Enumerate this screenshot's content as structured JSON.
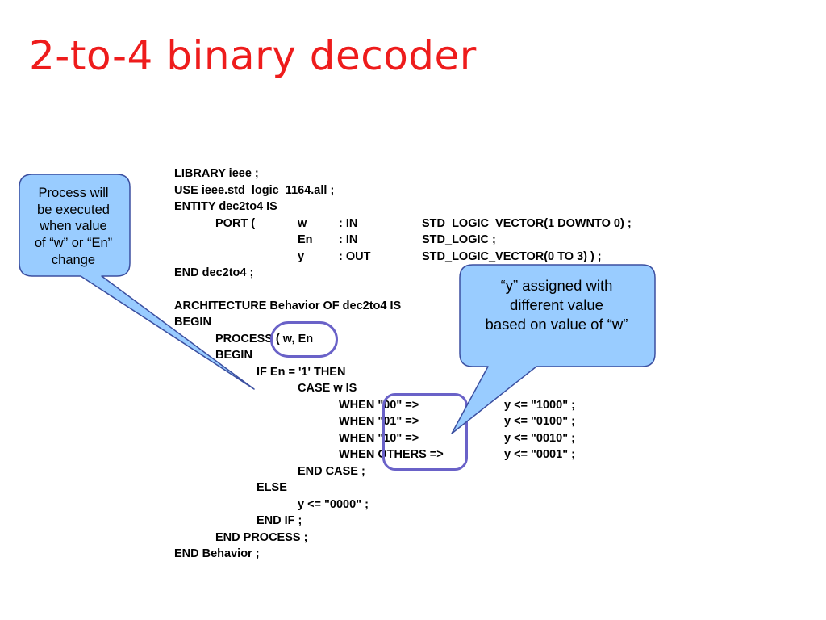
{
  "title": "2-to-4 binary decoder",
  "code": {
    "library": "LIBRARY ieee ;",
    "use": "USE ieee.std_logic_1164.all ;",
    "entity": "ENTITY dec2to4 IS",
    "port_kw": "PORT (",
    "ports": [
      {
        "name": "w",
        "mode": ": IN",
        "type": "STD_LOGIC_VECTOR(1 DOWNTO 0) ;"
      },
      {
        "name": "En",
        "mode": ": IN",
        "type": "STD_LOGIC ;"
      },
      {
        "name": "y",
        "mode": ": OUT",
        "type": "STD_LOGIC_VECTOR(0 TO 3) ) ;"
      }
    ],
    "end_entity": "END dec2to4 ;",
    "architecture": "ARCHITECTURE Behavior OF dec2to4 IS",
    "begin": "BEGIN",
    "process": "PROCESS ( w, En",
    "process_begin": "BEGIN",
    "if": "IF En = '1' THEN",
    "case": "CASE w IS",
    "whens": [
      {
        "when": "WHEN \"00\" =>",
        "assign": "y <= \"1000\" ;"
      },
      {
        "when": "WHEN \"01\" =>",
        "assign": "y <= \"0100\" ;"
      },
      {
        "when": "WHEN \"10\" =>",
        "assign": "y <= \"0010\" ;"
      },
      {
        "when": "WHEN OTHERS =>",
        "assign": "y <= \"0001\" ;"
      }
    ],
    "end_case": "END CASE ;",
    "else": "ELSE",
    "else_assign": "y <= \"0000\" ;",
    "end_if": "END IF ;",
    "end_process": "END PROCESS ;",
    "end_behavior": "END Behavior ;"
  },
  "callouts": {
    "left": [
      "Process will",
      "be executed",
      "when value",
      "of “w” or “En”",
      "change"
    ],
    "right": [
      "“y” assigned with",
      "different value",
      "based on value of “w”"
    ]
  },
  "colors": {
    "title": "#ee1c1c",
    "callout_fill": "#99ccff",
    "callout_stroke": "#3b4fa0",
    "highlight": "#6a62c8"
  }
}
